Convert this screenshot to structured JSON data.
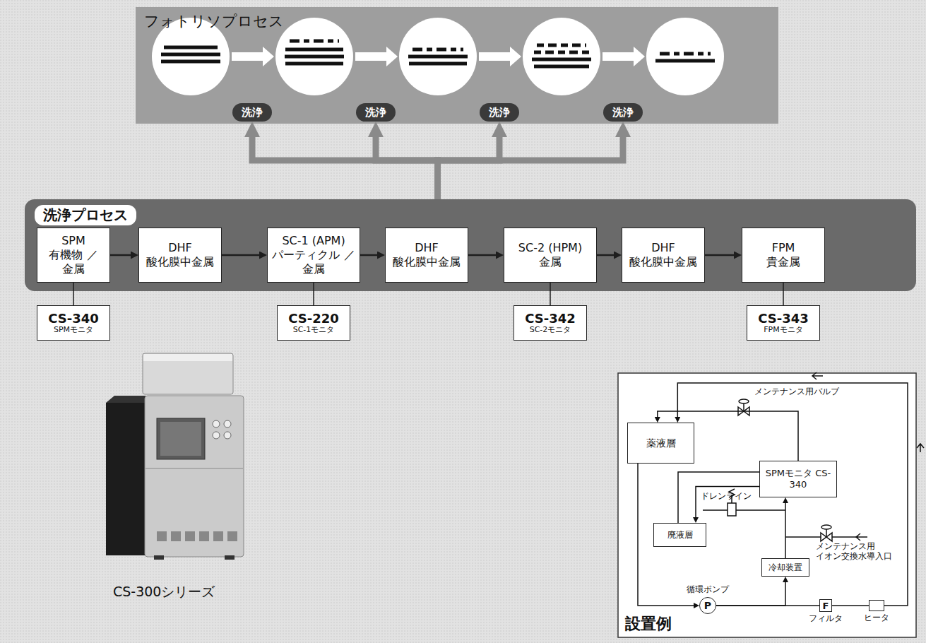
{
  "diagram": {
    "nodes": [
      {
        "text": [
          "フォトリソプロセス"
        ]
      },
      {
        "text": [
          "洗浄"
        ]
      },
      {
        "text": [
          "洗浄"
        ]
      },
      {
        "text": [
          "洗浄"
        ]
      },
      {
        "text": [
          "洗浄"
        ]
      },
      {
        "text": [
          "洗浄プロセス"
        ]
      },
      {
        "text": [
          "SPM",
          "有機物 ／金属"
        ],
        "in": 5
      },
      {
        "text": [
          "DHF",
          "酸化膜中金属"
        ],
        "in": 5
      },
      {
        "text": [
          "SC-1 (APM)",
          "パーティクル ／金属"
        ],
        "in": 5
      },
      {
        "text": [
          "DHF",
          "酸化膜中金属"
        ],
        "in": 5
      },
      {
        "text": [
          "SC-2 (HPM)",
          "金属"
        ],
        "in": 5
      },
      {
        "text": [
          "DHF",
          "酸化膜中金属"
        ],
        "in": 5
      },
      {
        "text": [
          "FPM",
          "貴金属"
        ],
        "in": 5
      },
      {
        "text": [
          "CS-340",
          "SPMモニタ"
        ]
      },
      {
        "text": [
          "CS-220",
          "SC-1モニタ"
        ]
      },
      {
        "text": [
          "CS-342",
          "SC-2モニタ"
        ]
      },
      {
        "text": [
          "CS-343",
          "FPMモニタ"
        ]
      },
      {
        "text": [
          "設置例"
        ]
      },
      {
        "text": [
          "薬液層"
        ],
        "in": 17
      },
      {
        "text": [
          "SPMモニタ CS-340"
        ],
        "in": 17
      },
      {
        "text": [
          "廃液層"
        ],
        "in": 17
      },
      {
        "text": [
          "冷却装置"
        ],
        "in": 17
      },
      {
        "text": [
          "P",
          "循環ポンプ"
        ],
        "in": 17
      },
      {
        "text": [
          "F",
          "フィルタ"
        ],
        "in": 17
      },
      {
        "text": [
          "ヒータ"
        ],
        "in": 17
      }
    ],
    "edges": [
      {
        "from": 6,
        "to": 7,
        "arrow": "to"
      },
      {
        "from": 7,
        "to": 8,
        "arrow": "to"
      },
      {
        "from": 8,
        "to": 9,
        "arrow": "to"
      },
      {
        "from": 9,
        "to": 10,
        "arrow": "to"
      },
      {
        "from": 10,
        "to": 11,
        "arrow": "to"
      },
      {
        "from": 11,
        "to": 12,
        "arrow": "to"
      },
      {
        "from": 5,
        "to": 1,
        "arrow": "to"
      },
      {
        "from": 5,
        "to": 2,
        "arrow": "to"
      },
      {
        "from": 5,
        "to": 3,
        "arrow": "to"
      },
      {
        "from": 5,
        "to": 4,
        "arrow": "to"
      },
      {
        "from": 6,
        "to": 13,
        "arrow": "none"
      },
      {
        "from": 8,
        "to": 14,
        "arrow": "none"
      },
      {
        "from": 10,
        "to": 15,
        "arrow": "none"
      },
      {
        "from": 12,
        "to": 16,
        "arrow": "none"
      },
      {
        "from": 18,
        "to": 22,
        "arrow": "to"
      },
      {
        "from": 22,
        "to": 23,
        "arrow": "none"
      },
      {
        "from": 23,
        "to": 24,
        "arrow": "none"
      },
      {
        "from": 24,
        "to": 18,
        "arrow": "to"
      },
      {
        "from": 22,
        "to": 21,
        "arrow": "to"
      },
      {
        "from": 21,
        "to": 19,
        "arrow": "to"
      },
      {
        "from": 19,
        "to": 18,
        "arrow": "to"
      },
      {
        "from": 19,
        "to": 20,
        "arrow": "to"
      }
    ],
    "labels": [
      "CS-300シリーズ",
      "メンテナンス用バルブ",
      "ドレンライン",
      "メンテナンス用 イオン交換水導入口"
    ]
  }
}
